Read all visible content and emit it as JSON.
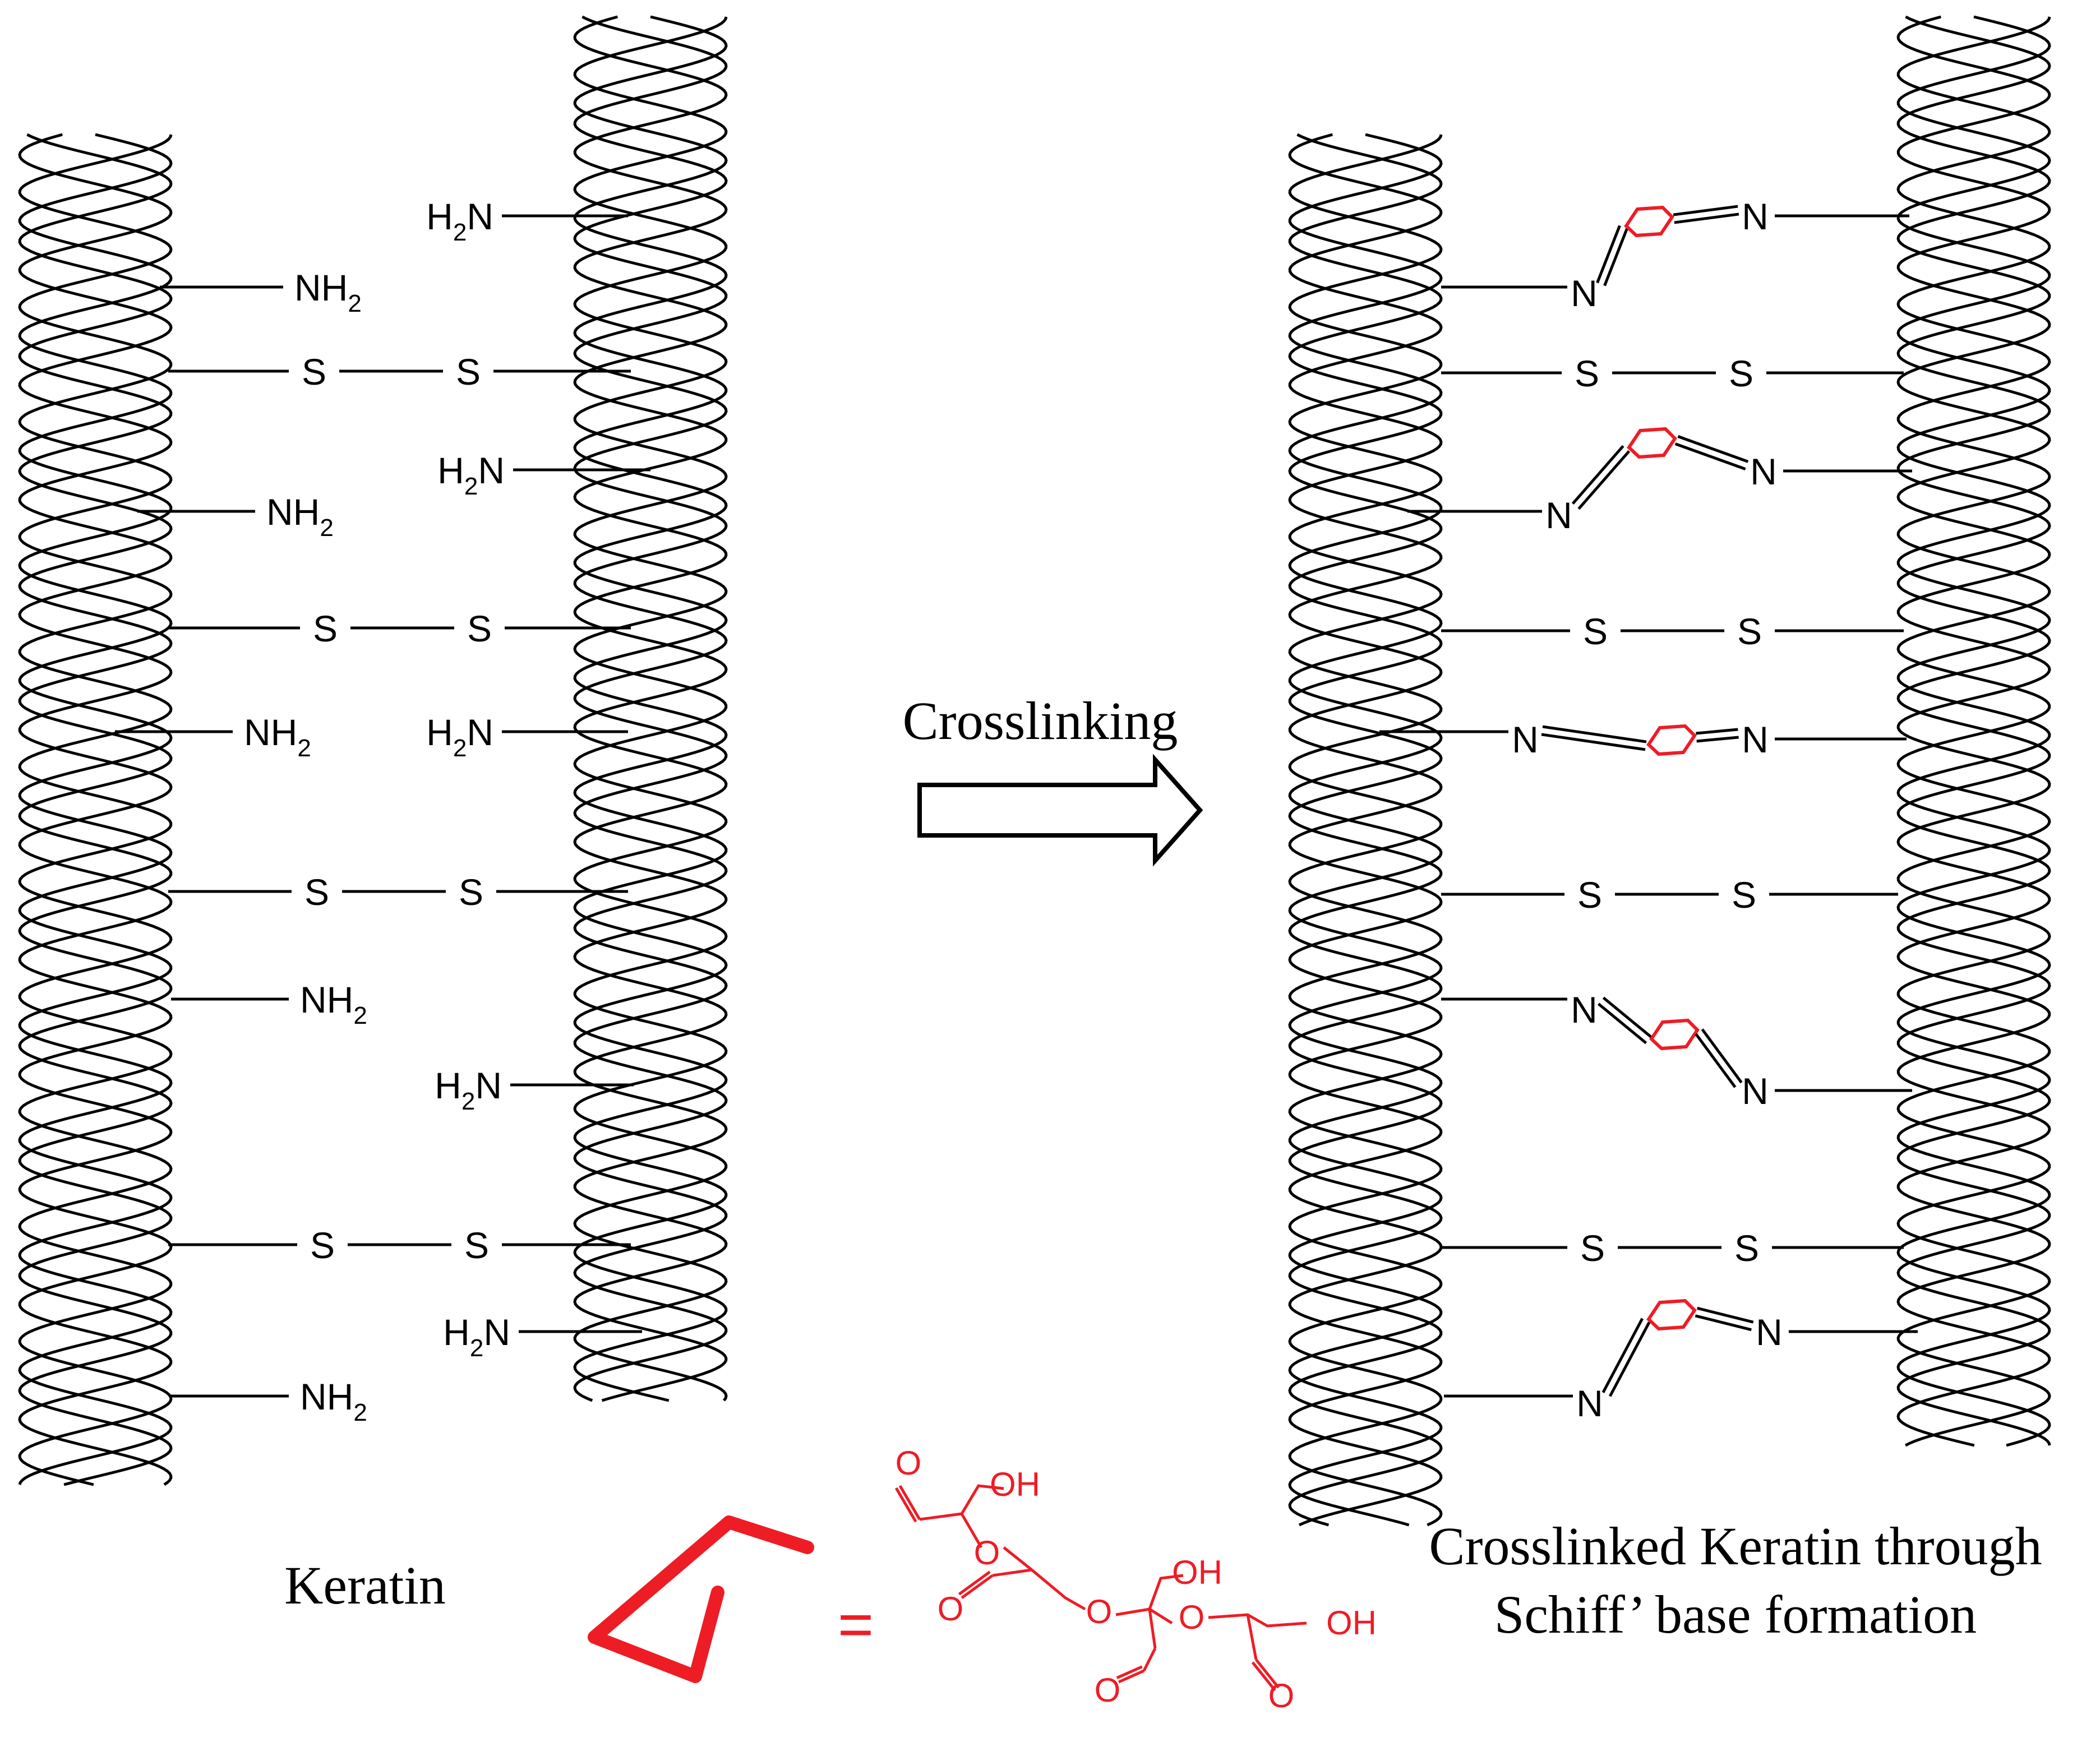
{
  "left_panel": {
    "caption": "Keratin",
    "left_amine_label": "NH",
    "right_amine_label": "H",
    "amine_subscript": "2",
    "amine_n": "N",
    "sulfur_label": "S",
    "left_amines": 5,
    "right_amines": 5,
    "disulfides": 4
  },
  "arrow": {
    "label": "Crosslinking"
  },
  "right_panel": {
    "caption_line1": "Crosslinked Keratin through",
    "caption_line2": "Schiff’ base formation",
    "imine_label": "N",
    "sulfur_label": "S",
    "crosslinks": 5,
    "disulfides": 4
  },
  "legend": {
    "equals": "=",
    "atoms": {
      "oxygen": "O",
      "hydroxyl": "OH"
    },
    "hydroxyl_count": 3,
    "ring_oxygen_count": 3,
    "carbonyl_oxygen_count": 4
  },
  "colors": {
    "ink": "#000000",
    "crosslinker": "#ee1c25",
    "background": "#ffffff"
  }
}
